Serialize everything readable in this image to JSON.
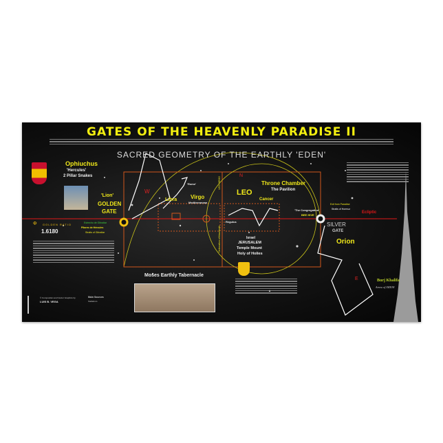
{
  "title": "GATES OF THE HEAVENLY PARADISE II",
  "subtitle": "SACRED GEOMETRY OF THE EARTHLY 'EDEN'",
  "left": {
    "constellation": "Ophiuchus",
    "alias": "'Hercules'",
    "note": "2 Pillar Snakes",
    "lion": "'Lion'",
    "gate_1": "GOLDEN",
    "gate_2": "GATE",
    "golden_ratio_label": "Golden Ratio",
    "golden_ratio_value": "1.6180",
    "pillars_1": "Estrecho de Gibraltar",
    "pillars_2": "Pilares de Hércules",
    "pillars_3": "Straits of Gibraltar"
  },
  "map": {
    "rome": "'Rome'",
    "virgo": "Virgo",
    "virgo_sub": "Mediterranean",
    "libra": "Libra",
    "leo": "LEO",
    "throne": "Throne Chamber",
    "pavilion": "The Pavilion",
    "cancer": "Cancer",
    "congregation": "'The Congregation'",
    "beehive": "BEE HIVE",
    "regulus": "Regulus",
    "letter_w": "W",
    "letter_n": "N",
    "letter_e": "E",
    "israel": "Israel",
    "jerusalem": "JERUSALEM",
    "temple": "Temple Mount",
    "holy": "Holy of Holies",
    "silver_1": "SILVER",
    "silver_2": "GATE",
    "orion": "Orion",
    "exit": "Exit from Paradise",
    "hormuz": "Straits of Hormuz",
    "ecliptic": "Ecliptic",
    "leo_virgo": "LEO-VIRGO",
    "delineation": "Delineation of Mazzaroth"
  },
  "tabernacle": "Moses Earthly Tabernacle",
  "burj": {
    "name": "Burj Khalifa",
    "sub": "Arrow of ORION"
  },
  "credits": {
    "line1": "© Composition and Vector Graphics by",
    "author": "LUIS B. VEGA",
    "sources_title": "Main Sources",
    "sources": "Stellarium"
  },
  "colors": {
    "title": "#f0e81a",
    "ecliptic": "#e01818",
    "grid": "#d2571c",
    "background": "#0d0d0d"
  }
}
